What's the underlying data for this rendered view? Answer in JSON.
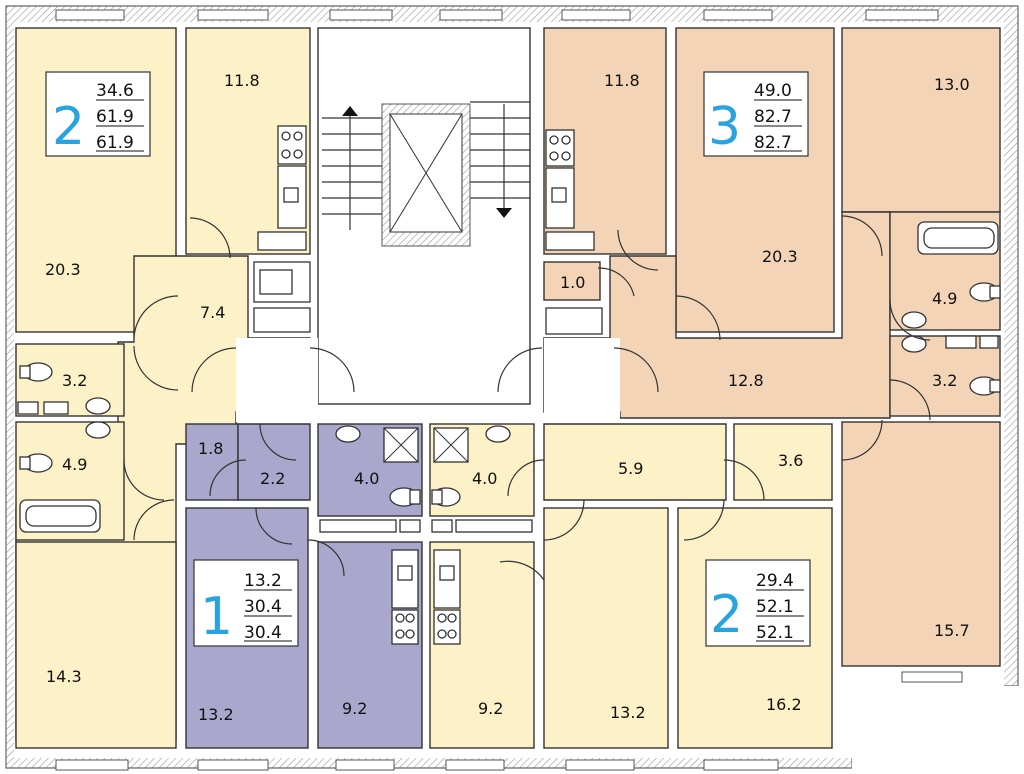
{
  "colors": {
    "yellow": "#fdf1c8",
    "peach": "#f4d4b6",
    "purple": "#a9a8cc",
    "badge_number": "#29a3df",
    "wall_hatch": "#9a9a9a"
  },
  "room_areas": {
    "a2_room_large": "20.3",
    "a2_kitchen": "11.8",
    "a2_hall": "7.4",
    "a2_toilet": "3.2",
    "a2_bath": "4.9",
    "a2_room_small": "14.3",
    "a1_closet": "1.8",
    "a1_hall": "2.2",
    "a1_bath": "4.0",
    "a1_room": "13.2",
    "a1_kitchen": "9.2",
    "b2_bath": "4.0",
    "b2_kitchen": "9.2",
    "b2_hall": "5.9",
    "b2_closet": "3.6",
    "b2_room_a": "13.2",
    "b2_room_b": "16.2",
    "a3_kitchen": "11.8",
    "a3_closet": "1.0",
    "a3_room_mid": "20.3",
    "a3_room_top": "13.0",
    "a3_bath": "4.9",
    "a3_hall": "12.8",
    "a3_toilet": "3.2",
    "a3_room_large": "15.7"
  },
  "badges": [
    {
      "rooms": "2",
      "living": "34.6",
      "total": "61.9",
      "total2": "61.9"
    },
    {
      "rooms": "3",
      "living": "49.0",
      "total": "82.7",
      "total2": "82.7"
    },
    {
      "rooms": "1",
      "living": "13.2",
      "total": "30.4",
      "total2": "30.4"
    },
    {
      "rooms": "2",
      "living": "29.4",
      "total": "52.1",
      "total2": "52.1"
    }
  ]
}
